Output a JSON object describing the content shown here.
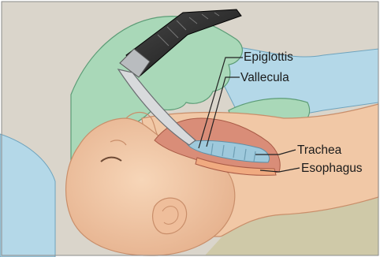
{
  "labels": {
    "epiglottis": "Epiglottis",
    "vallecula": "Vallecula",
    "trachea": "Trachea",
    "esophagus": "Esophagus"
  },
  "colors": {
    "background": "#dad5cb",
    "skin": "#f1c8a6",
    "glove": "#a9d8b8",
    "gown": "#b4d8e8",
    "airway_tissue": "#d98d78",
    "trachea_lumen": "#9ec9dc",
    "blade": "#d8dadc",
    "handle": "#2e2e2e",
    "leader_line": "#222222"
  }
}
